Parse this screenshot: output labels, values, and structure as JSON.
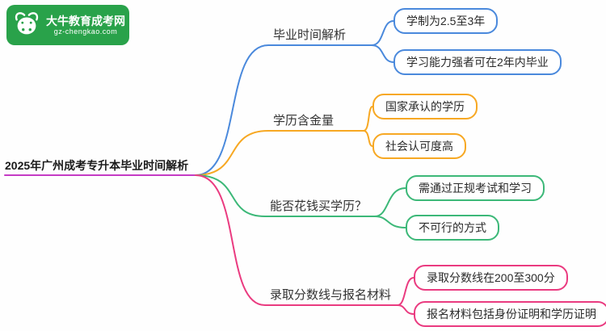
{
  "logo": {
    "name": "大牛教育成考网",
    "domain": "gz-chengkao.com",
    "bg_color": "#29a24a"
  },
  "root": {
    "label": "2025年广州成考专升本毕业时间解析",
    "color": "#c53bc5"
  },
  "branches": [
    {
      "label": "毕业时间解析",
      "color": "#4a89dc",
      "children": [
        "学制为2.5至3年",
        "学习能力强者可在2年内毕业"
      ]
    },
    {
      "label": "学历含金量",
      "color": "#f7a823",
      "children": [
        "国家承认的学历",
        "社会认可度高"
      ]
    },
    {
      "label": "能否花钱买学历？",
      "color": "#3cb878",
      "children": [
        "需通过正规考试和学习",
        "不可行的方式"
      ]
    },
    {
      "label": "录取分数线与报名材料",
      "color": "#ea3b80",
      "children": [
        "录取分数线在200至300分",
        "报名材料包括身份证明和学历证明"
      ]
    }
  ]
}
